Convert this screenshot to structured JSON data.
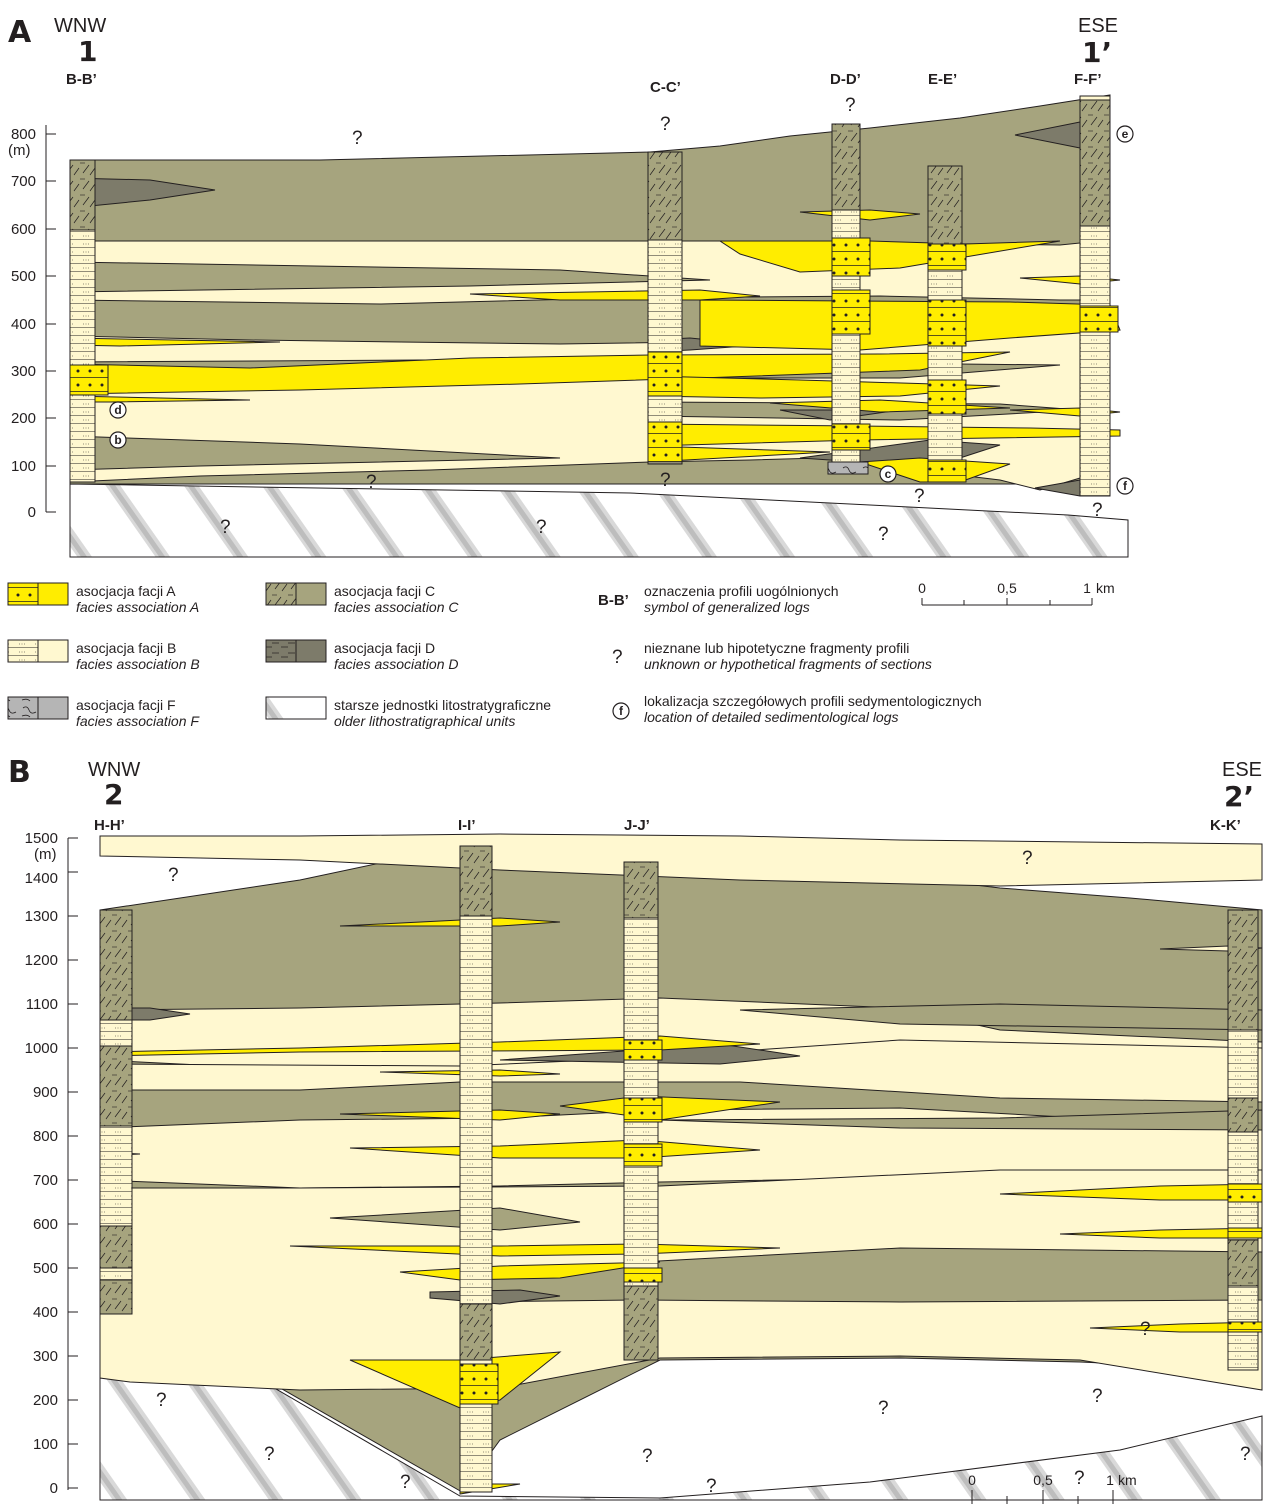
{
  "colors": {
    "facies_A": "#ffed00",
    "facies_B": "#fff8d0",
    "facies_C": "#a6a47e",
    "facies_D": "#7d7b6a",
    "facies_F": "#b5b5b5",
    "older_units": "#ffffff",
    "outline": "#231f20"
  },
  "panel_a": {
    "letter": "A",
    "dir_left": "WNW",
    "dir_right": "ESE",
    "section_left": "1",
    "section_right": "1’",
    "y_unit": "(m)",
    "y_ticks": [
      "0",
      "100",
      "200",
      "300",
      "400",
      "500",
      "600",
      "700",
      "800"
    ],
    "logs": [
      "B-B’",
      "C-C’",
      "D-D’",
      "E-E’",
      "F-F’"
    ],
    "question_mark": "?",
    "badges": [
      "b",
      "d",
      "c",
      "e",
      "f"
    ]
  },
  "panel_b": {
    "letter": "B",
    "dir_left": "WNW",
    "dir_right": "ESE",
    "section_left": "2",
    "section_right": "2’",
    "y_unit": "(m)",
    "y_ticks": [
      "0",
      "100",
      "200",
      "300",
      "400",
      "500",
      "600",
      "700",
      "800",
      "900",
      "1000",
      "1100",
      "1200",
      "1300",
      "1400",
      "1500"
    ],
    "logs": [
      "H-H’",
      "I-I’",
      "J-J’",
      "K-K’"
    ],
    "question_mark": "?"
  },
  "legend": {
    "facies_A": {
      "pl": "asocjacja facji A",
      "en": "facies association A"
    },
    "facies_B": {
      "pl": "asocjacja facji B",
      "en": "facies association B"
    },
    "facies_F": {
      "pl": "asocjacja facji F",
      "en": "facies association F"
    },
    "facies_C": {
      "pl": "asocjacja facji C",
      "en": "facies association C"
    },
    "facies_D": {
      "pl": "asocjacja facji D",
      "en": "facies association D"
    },
    "older": {
      "pl": "starsze jednostki litostratygraficzne",
      "en": "older lithostratigraphical units"
    },
    "log_symbol": {
      "key": "B-B’",
      "pl": "oznaczenia profili uogólnionych",
      "en": "symbol of generalized logs"
    },
    "unknown": {
      "key": "?",
      "pl": "nieznane lub hipotetyczne fragmenty profili",
      "en": "unknown or hypothetical fragments of sections"
    },
    "detailed": {
      "key": "f",
      "pl": "lokalizacja szczegółowych profili sedymentologicznych",
      "en": "location of detailed sedimentological logs"
    }
  },
  "scale": {
    "labels": [
      "0",
      "0,5",
      "1",
      "km"
    ]
  }
}
